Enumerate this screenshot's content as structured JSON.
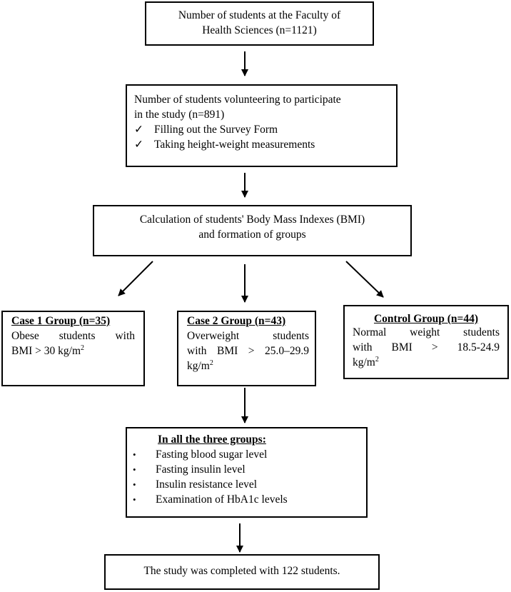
{
  "box_total": {
    "line1": "Number of students at the Faculty of",
    "line2": "Health Sciences (n=1121)"
  },
  "box_volunteer": {
    "line1": "Number of students volunteering to participate",
    "line2": "in the study (n=891)",
    "items": [
      {
        "mark": "✓",
        "text": "Filling out the Survey Form"
      },
      {
        "mark": "✓",
        "text": "Taking height-weight measurements"
      }
    ]
  },
  "box_bmi": {
    "line1": "Calculation of students' Body Mass Indexes (BMI)",
    "line2": "and formation of groups"
  },
  "case1": {
    "title": "Case 1 Group (n=35)",
    "l1a": "Obese",
    "l1b": "students",
    "l1c": "with",
    "l2": "BMI > 30 kg/m",
    "sup": "2"
  },
  "case2": {
    "title": "Case 2 Group (n=43)",
    "l1a": "Overweight",
    "l1b": "students",
    "l2a": "with",
    "l2b": "BMI",
    "l2c": ">",
    "l2d": "25.0–29.9",
    "l3": "kg/m",
    "sup": "2"
  },
  "control": {
    "title": "Control Group (n=44)",
    "l1a": "Normal",
    "l1b": "weight",
    "l1c": "students",
    "l2a": "with",
    "l2b": "BMI",
    "l2c": ">",
    "l2d": "18.5-24.9",
    "l3": "kg/m",
    "sup": "2"
  },
  "box_all": {
    "title": "In all the three groups:",
    "items": [
      {
        "mark": "•",
        "text": "Fasting blood sugar level"
      },
      {
        "mark": "•",
        "text": "Fasting insulin level"
      },
      {
        "mark": "•",
        "text": "Insulin resistance level"
      },
      {
        "mark": "•",
        "text": "Examination of HbA1c levels"
      }
    ]
  },
  "box_final": {
    "text": "The study was completed with 122 students."
  }
}
